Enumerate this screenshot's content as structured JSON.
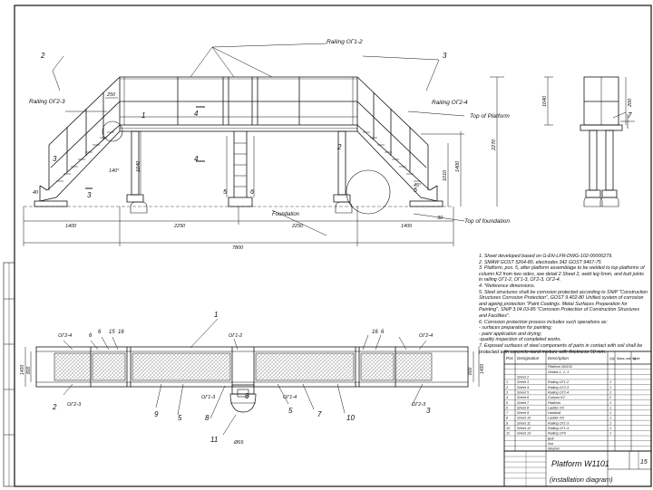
{
  "front_view": {
    "labels": {
      "railing_top": "Railing ОГ1-2",
      "railing_left": "Railing ОГ2-3",
      "railing_right": "Railing ОГ2-4",
      "top_platform": "Top of Platform",
      "top_foundation": "Top of foundation",
      "foundation": "Foundation"
    },
    "callouts": [
      "2",
      "3",
      "1",
      "4",
      "4",
      "2",
      "3",
      "3",
      "5",
      "5",
      "6"
    ],
    "dims": {
      "d1400a": "1400",
      "d2250a": "2250",
      "d2250b": "2250",
      "d1400b": "1400",
      "d7800": "7800",
      "d2270": "2270",
      "d1400v": "1400",
      "d1010": "1010",
      "d1040": "1040",
      "d250": "250",
      "d40": "40",
      "d30": "30",
      "d140": "140°",
      "d45": "45°"
    }
  },
  "side_view": {
    "callout": "7",
    "dim_height": "1040",
    "dim_small": "200"
  },
  "plan_view": {
    "labels": [
      "ОГ2-4",
      "ОГ2-3",
      "ОГ1-2",
      "ОГ1-3",
      "ОГ1-4",
      "ОГ2-3",
      "ОГ2-4",
      "Ø65"
    ],
    "callouts": [
      "1",
      "2",
      "3",
      "6",
      "7",
      "8",
      "9",
      "10",
      "11",
      "15",
      "6",
      "16",
      "16",
      "5",
      "5",
      "6",
      "6"
    ],
    "dims": [
      "1400",
      "800",
      "1400",
      "800"
    ]
  },
  "notes": [
    "1. Sheet developed based on G-EN-LFR-DWG-102-00000279.",
    "2. SMAW GOST 5264-80, electrodes 342 GOST 9467-75",
    "3. Platform, pos. 5, after platform assemblage to be welded to top platforms of column K2 from two sides, see detail 2 Sheet 2, weld leg 6mm, and butt joints in railing ОГ1-2, ОГ1-3, ОГ2-3, ОГ2-4.",
    "4. *Reference dimensions.",
    "5. Steel structures shall be corrosion protected according to SNiP \"Construction Structures Corrosion Protection\", GOST 9.402-80 Unified system of corrosion and ageing protection \"Paint Coatings. Metal Surfaces Preparation for Painting\", SNiP 3.04.03-85 \"Corrosion Protection of Construction Structures and Facilities\".",
    "6. Corrosion protection process includes such operations as:",
    "- surfaces preparation for painting;",
    "- paint application and drying;",
    "-quality inspection of completed works.",
    "7. Exposed surfaces of steel components of parts in contact with soil shall be protected with concrete-sand mixture with thickness 50 mm."
  ],
  "spec_table": {
    "headers": [
      "Pos",
      "Designation",
      "Description",
      "Qty",
      "Mass unit, kg",
      "Note"
    ],
    "rows": [
      [
        "",
        "",
        "Platform W1101",
        "",
        "",
        ""
      ],
      [
        "",
        "",
        "Details 1, 2, 3",
        "",
        "",
        ""
      ],
      [
        "",
        "Sheet 2",
        "",
        "",
        "",
        ""
      ],
      [
        "1",
        "Sheet 3",
        "Railing ОГ1-2",
        "1",
        "",
        ""
      ],
      [
        "2",
        "Sheet 4",
        "Railing ОГ2-3",
        "1",
        "",
        ""
      ],
      [
        "3",
        "Sheet 5",
        "Railing ОГ2-4",
        "1",
        "",
        ""
      ],
      [
        "4",
        "Sheet 6",
        "Column K2",
        "2",
        "",
        ""
      ],
      [
        "5",
        "Sheet 7",
        "Platform",
        "1",
        "",
        ""
      ],
      [
        "6",
        "Sheet 8",
        "Ladder ЛЗ",
        "1",
        "",
        ""
      ],
      [
        "7",
        "Sheet 9",
        "Handrail",
        "1",
        "",
        ""
      ],
      [
        "8",
        "Sheet 10",
        "Ladder ЛЗ",
        "1",
        "",
        ""
      ],
      [
        "9",
        "Sheet 11",
        "Railing ОГ1-3",
        "1",
        "",
        ""
      ],
      [
        "10",
        "Sheet 12",
        "Railing ОГ1-4",
        "1",
        "",
        ""
      ],
      [
        "11",
        "Sheet 13",
        "Railing ОГ6",
        "1",
        "",
        ""
      ],
      [
        "",
        "",
        "Bolt",
        "",
        "",
        ""
      ],
      [
        "",
        "",
        "Nut",
        "",
        "",
        ""
      ],
      [
        "",
        "",
        "Washer",
        "",
        "",
        ""
      ]
    ]
  },
  "title_block": {
    "title": "Platform W1101",
    "subtitle": "(installation diagram)",
    "sheet_no": "15"
  }
}
